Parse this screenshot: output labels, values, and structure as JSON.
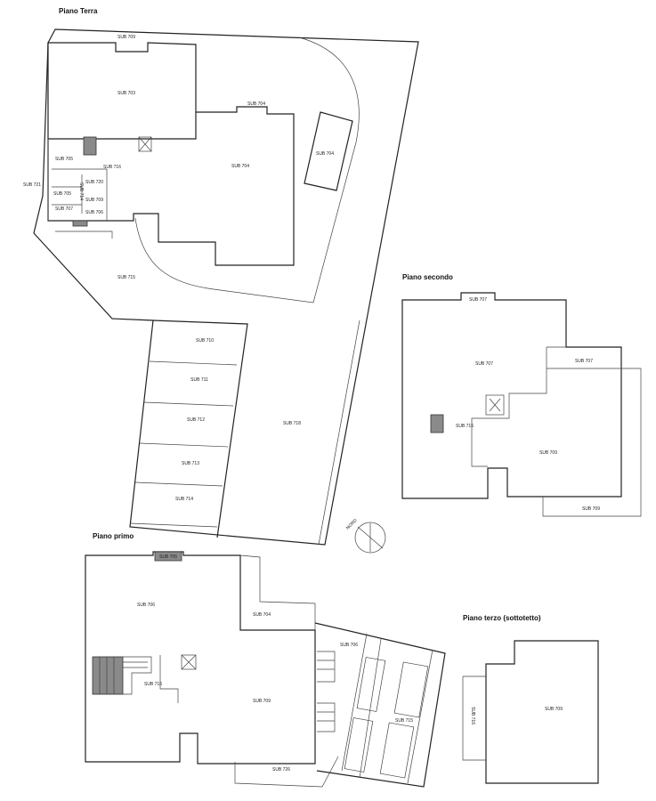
{
  "floors": {
    "ground": {
      "title": "Piano Terra",
      "labels": [
        "SUB 709",
        "SUB 703",
        "SUB 704",
        "SUB 704",
        "SUB 705",
        "SUB 704",
        "SUB 716",
        "SUB 721",
        "SUB 705",
        "SUB 720",
        "SUB 709",
        "SUB 707",
        "SUB 706",
        "SUB 714",
        "SUB 715",
        "SUB 710",
        "SUB 711",
        "SUB 712",
        "SUB 713",
        "SUB 714",
        "SUB 718"
      ]
    },
    "second": {
      "title": "Piano secondo",
      "labels": [
        "SUB 707",
        "SUB 707",
        "SUB 707",
        "SUB 716",
        "SUB 709",
        "SUB 709"
      ]
    },
    "first": {
      "title": "Piano primo",
      "labels": [
        "SUB 705",
        "SUB 706",
        "SUB 704",
        "SUB 706",
        "SUB 716",
        "SUB 709",
        "SUB 715",
        "SUB 726"
      ]
    },
    "third": {
      "title": "Piano terzo (sottotetto)",
      "labels": [
        "SUB 709",
        "SUB 716"
      ]
    }
  },
  "north_label": "NORD"
}
